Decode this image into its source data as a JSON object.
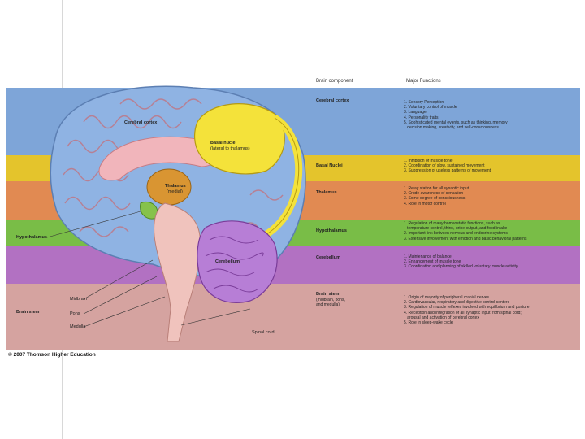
{
  "header": {
    "component_col": "Brain component",
    "function_col": "Major Functions"
  },
  "bands": [
    {
      "name": "Cerebral cortex",
      "color": "#7ea5d8",
      "functions": "1. Sensory Perception\n2. Voluntary control of muscle\n3. Language\n4. Personality traits\n5. Sophisticated mental events, such as thinking, memory\n   decision making, creativity, and self-consciousness"
    },
    {
      "name": "Basal Nuclei",
      "color": "#e4c42c",
      "functions": "1. Inhibition of muscle tone\n2. Coordination of slow, sustained movement\n3. Suppression of useless patterns of movement"
    },
    {
      "name": "Thalamus",
      "color": "#e18a52",
      "functions": "1. Relay station for all synaptic input\n2. Crude awareness of sensation\n3. Some degree of consciousness\n4. Role in motor control"
    },
    {
      "name": "Hypothalamus",
      "color": "#79bd47",
      "functions": "1. Regulation of many homeostatic functions, such as\n   temperature control, thirst, urine output, and food intake\n2. Important link between nervous and endocrine systems\n3. Extensive involvement with emotion and basic behavioral patterns"
    },
    {
      "name": "Cerebellum",
      "color": "#b271c2",
      "functions": "1. Maintenance of balance\n2. Enhancement of muscle tone\n3. Coordination and planning of skilled voluntary muscle activity"
    },
    {
      "name": "Brain stem",
      "sub": "(midbrain, pons,\nand medulla)",
      "color": "#d5a3a0",
      "functions": "1. Origin of majority of peripheral cranial nerves\n2. Cardiovascular, respiratory and digestive control centers\n3. Regulation of muscle reflexes involved with equilibrium and posture\n4. Reception and integration of all synaptic input from spinal cord;\n   arousal and activation of cerebral cortex\n5. Role in sleep-wake cycle"
    }
  ],
  "labels": {
    "cerebral_cortex": "Cerebral cortex",
    "basal_nuclei": "Basal nuclei",
    "basal_nuclei_sub": "(lateral to thalamus)",
    "thalamus": "Thalamus",
    "thalamus_sub": "(medial)",
    "hypothalamus": "Hypothalamus",
    "cerebellum": "Cerebellum",
    "brain_stem": "Brain stem",
    "midbrain": "Midbrain",
    "pons": "Pons",
    "medulla": "Medulla",
    "spinal_cord": "Spinal cord"
  },
  "credit": "© 2007 Thomson Higher Education"
}
